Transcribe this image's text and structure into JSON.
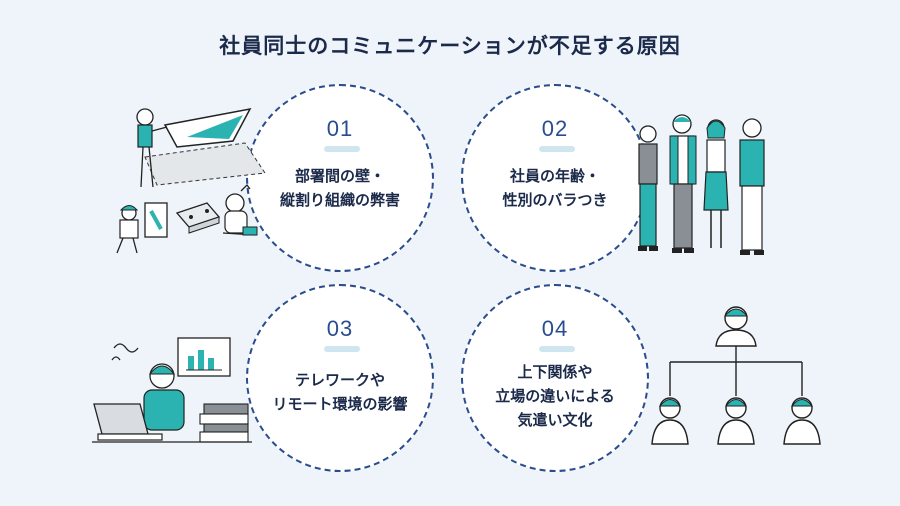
{
  "title": "社員同士のコミュニケーションが不足する原因",
  "causes": [
    {
      "number": "01",
      "lines": [
        "部署間の壁・",
        "縦割り組織の弊害"
      ]
    },
    {
      "number": "02",
      "lines": [
        "社員の年齢・",
        "性別のバラつき"
      ]
    },
    {
      "number": "03",
      "lines": [
        "テレワークや",
        "リモート環境の影響"
      ]
    },
    {
      "number": "04",
      "lines": [
        "上下関係や",
        "立場の違いによる",
        "気遣い文化"
      ]
    }
  ],
  "colors": {
    "accent": "#2a4d8f",
    "teal": "#2ab3b1",
    "background": "#eef4f9"
  },
  "icons": [
    "wall-building-people-illustration",
    "diverse-group-illustration",
    "remote-worker-illustration",
    "org-chart-illustration"
  ]
}
